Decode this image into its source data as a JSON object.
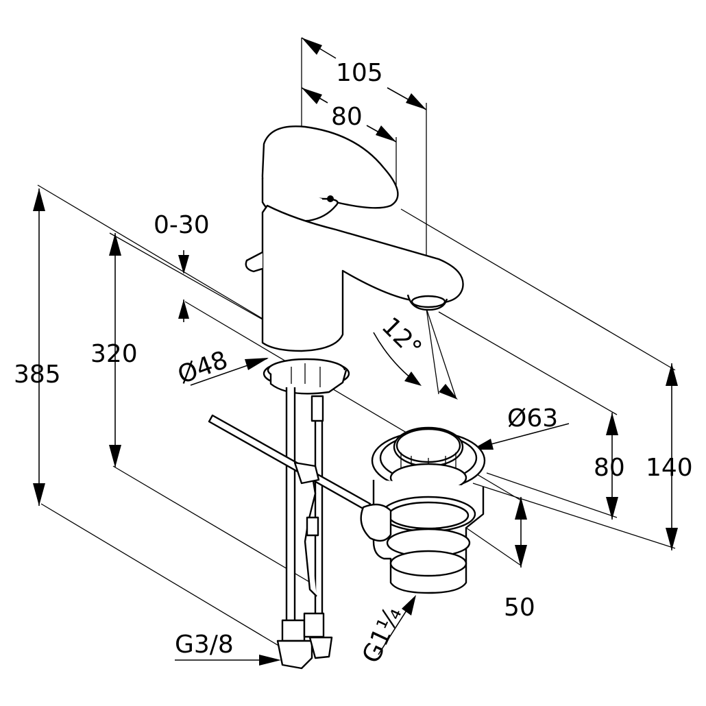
{
  "dimensions": {
    "reach_total": "105",
    "reach_handle": "80",
    "lever_travel": "0-30",
    "overall_height": "385",
    "installed_height": "320",
    "base_diameter": "Ø48",
    "spout_angle": "12°",
    "waste_diameter": "Ø63",
    "spout_height": "80",
    "handle_height": "140",
    "waste_height": "50",
    "hose_thread": "G3/8",
    "waste_thread": "G1¼"
  }
}
